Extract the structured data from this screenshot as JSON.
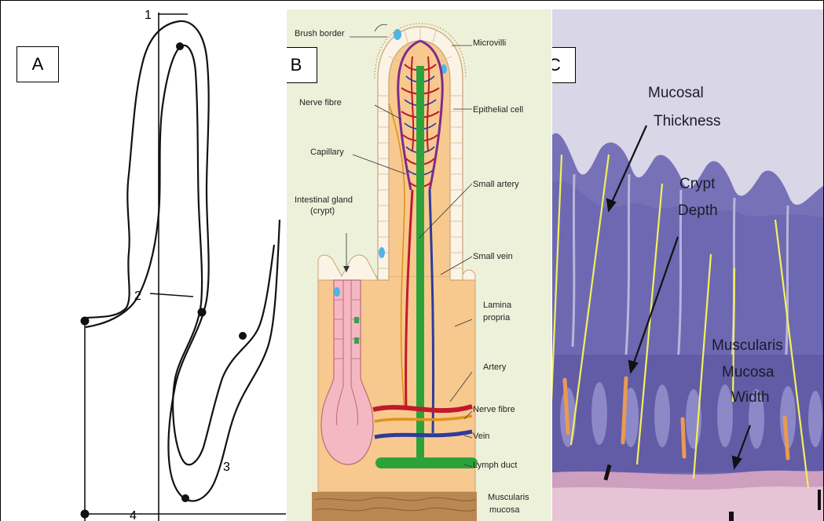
{
  "panels": {
    "a": {
      "letter": "A",
      "markers": [
        "1",
        "2",
        "3",
        "4"
      ]
    },
    "b": {
      "letter": "B",
      "labels": {
        "brush_border": "Brush border",
        "microvilli": "Microvilli",
        "nerve_fibre_top": "Nerve fibre",
        "epithelial_cell": "Epithelial cell",
        "capillary": "Capillary",
        "small_artery": "Small artery",
        "intestinal_gland_1": "Intestinal gland",
        "intestinal_gland_2": "(crypt)",
        "small_vein": "Small vein",
        "lamina_1": "Lamina",
        "lamina_2": "propria",
        "artery": "Artery",
        "nerve_fibre_bottom": "Nerve fibre",
        "vein": "Vein",
        "lymph_duct": "Lymph duct",
        "muscularis_1": "Muscularis",
        "muscularis_2": "mucosa"
      }
    },
    "c": {
      "letter": "C",
      "labels": {
        "mucosal_1": "Mucosal",
        "mucosal_2": "Thickness",
        "crypt_1": "Crypt",
        "crypt_2": "Depth",
        "musc_1": "Muscularis",
        "musc_2": "Mucosa",
        "musc_3": "Width"
      }
    }
  },
  "colors": {
    "panel_b_bg": "#eef1da",
    "lamina": "#f7c98f",
    "epithelium": "#fbf3e6",
    "artery": "#c2192b",
    "vein": "#2e3b9c",
    "lymph": "#2ea23a",
    "nerve": "#e0921a",
    "tissue_purple": "#6e6ab4",
    "measure_yellow": "#f3f05a",
    "crypt_orange": "#e89a55"
  }
}
